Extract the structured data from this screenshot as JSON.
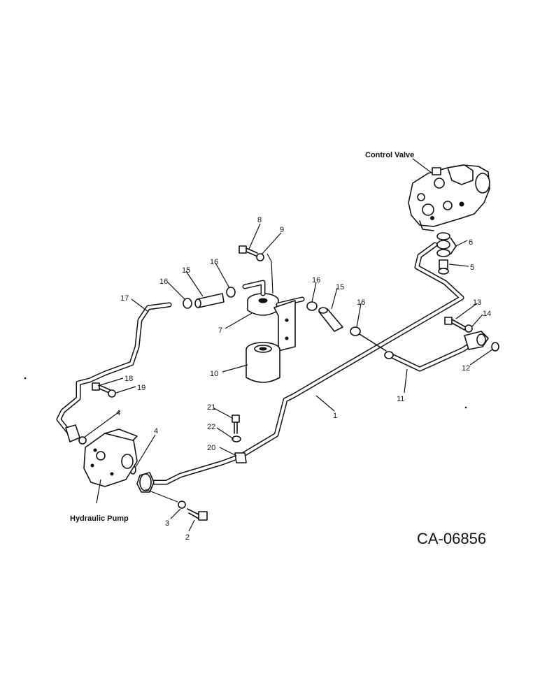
{
  "labels": {
    "control_valve": "Control  Valve",
    "hydraulic_pump": "Hydraulic  Pump",
    "drawing_code": "CA-06856"
  },
  "callouts": {
    "c1": "1",
    "c2": "2",
    "c3": "3",
    "c4a": "4",
    "c4b": "4",
    "c5": "5",
    "c6": "6",
    "c7": "7",
    "c8": "8",
    "c9": "9",
    "c10": "10",
    "c11": "11",
    "c12": "12",
    "c13": "13",
    "c14": "14",
    "c15a": "15",
    "c15b": "15",
    "c16a": "16",
    "c16b": "16",
    "c16c": "16",
    "c16d": "16",
    "c17": "17",
    "c18": "18",
    "c19": "19",
    "c20": "20",
    "c21": "21",
    "c22": "22"
  }
}
